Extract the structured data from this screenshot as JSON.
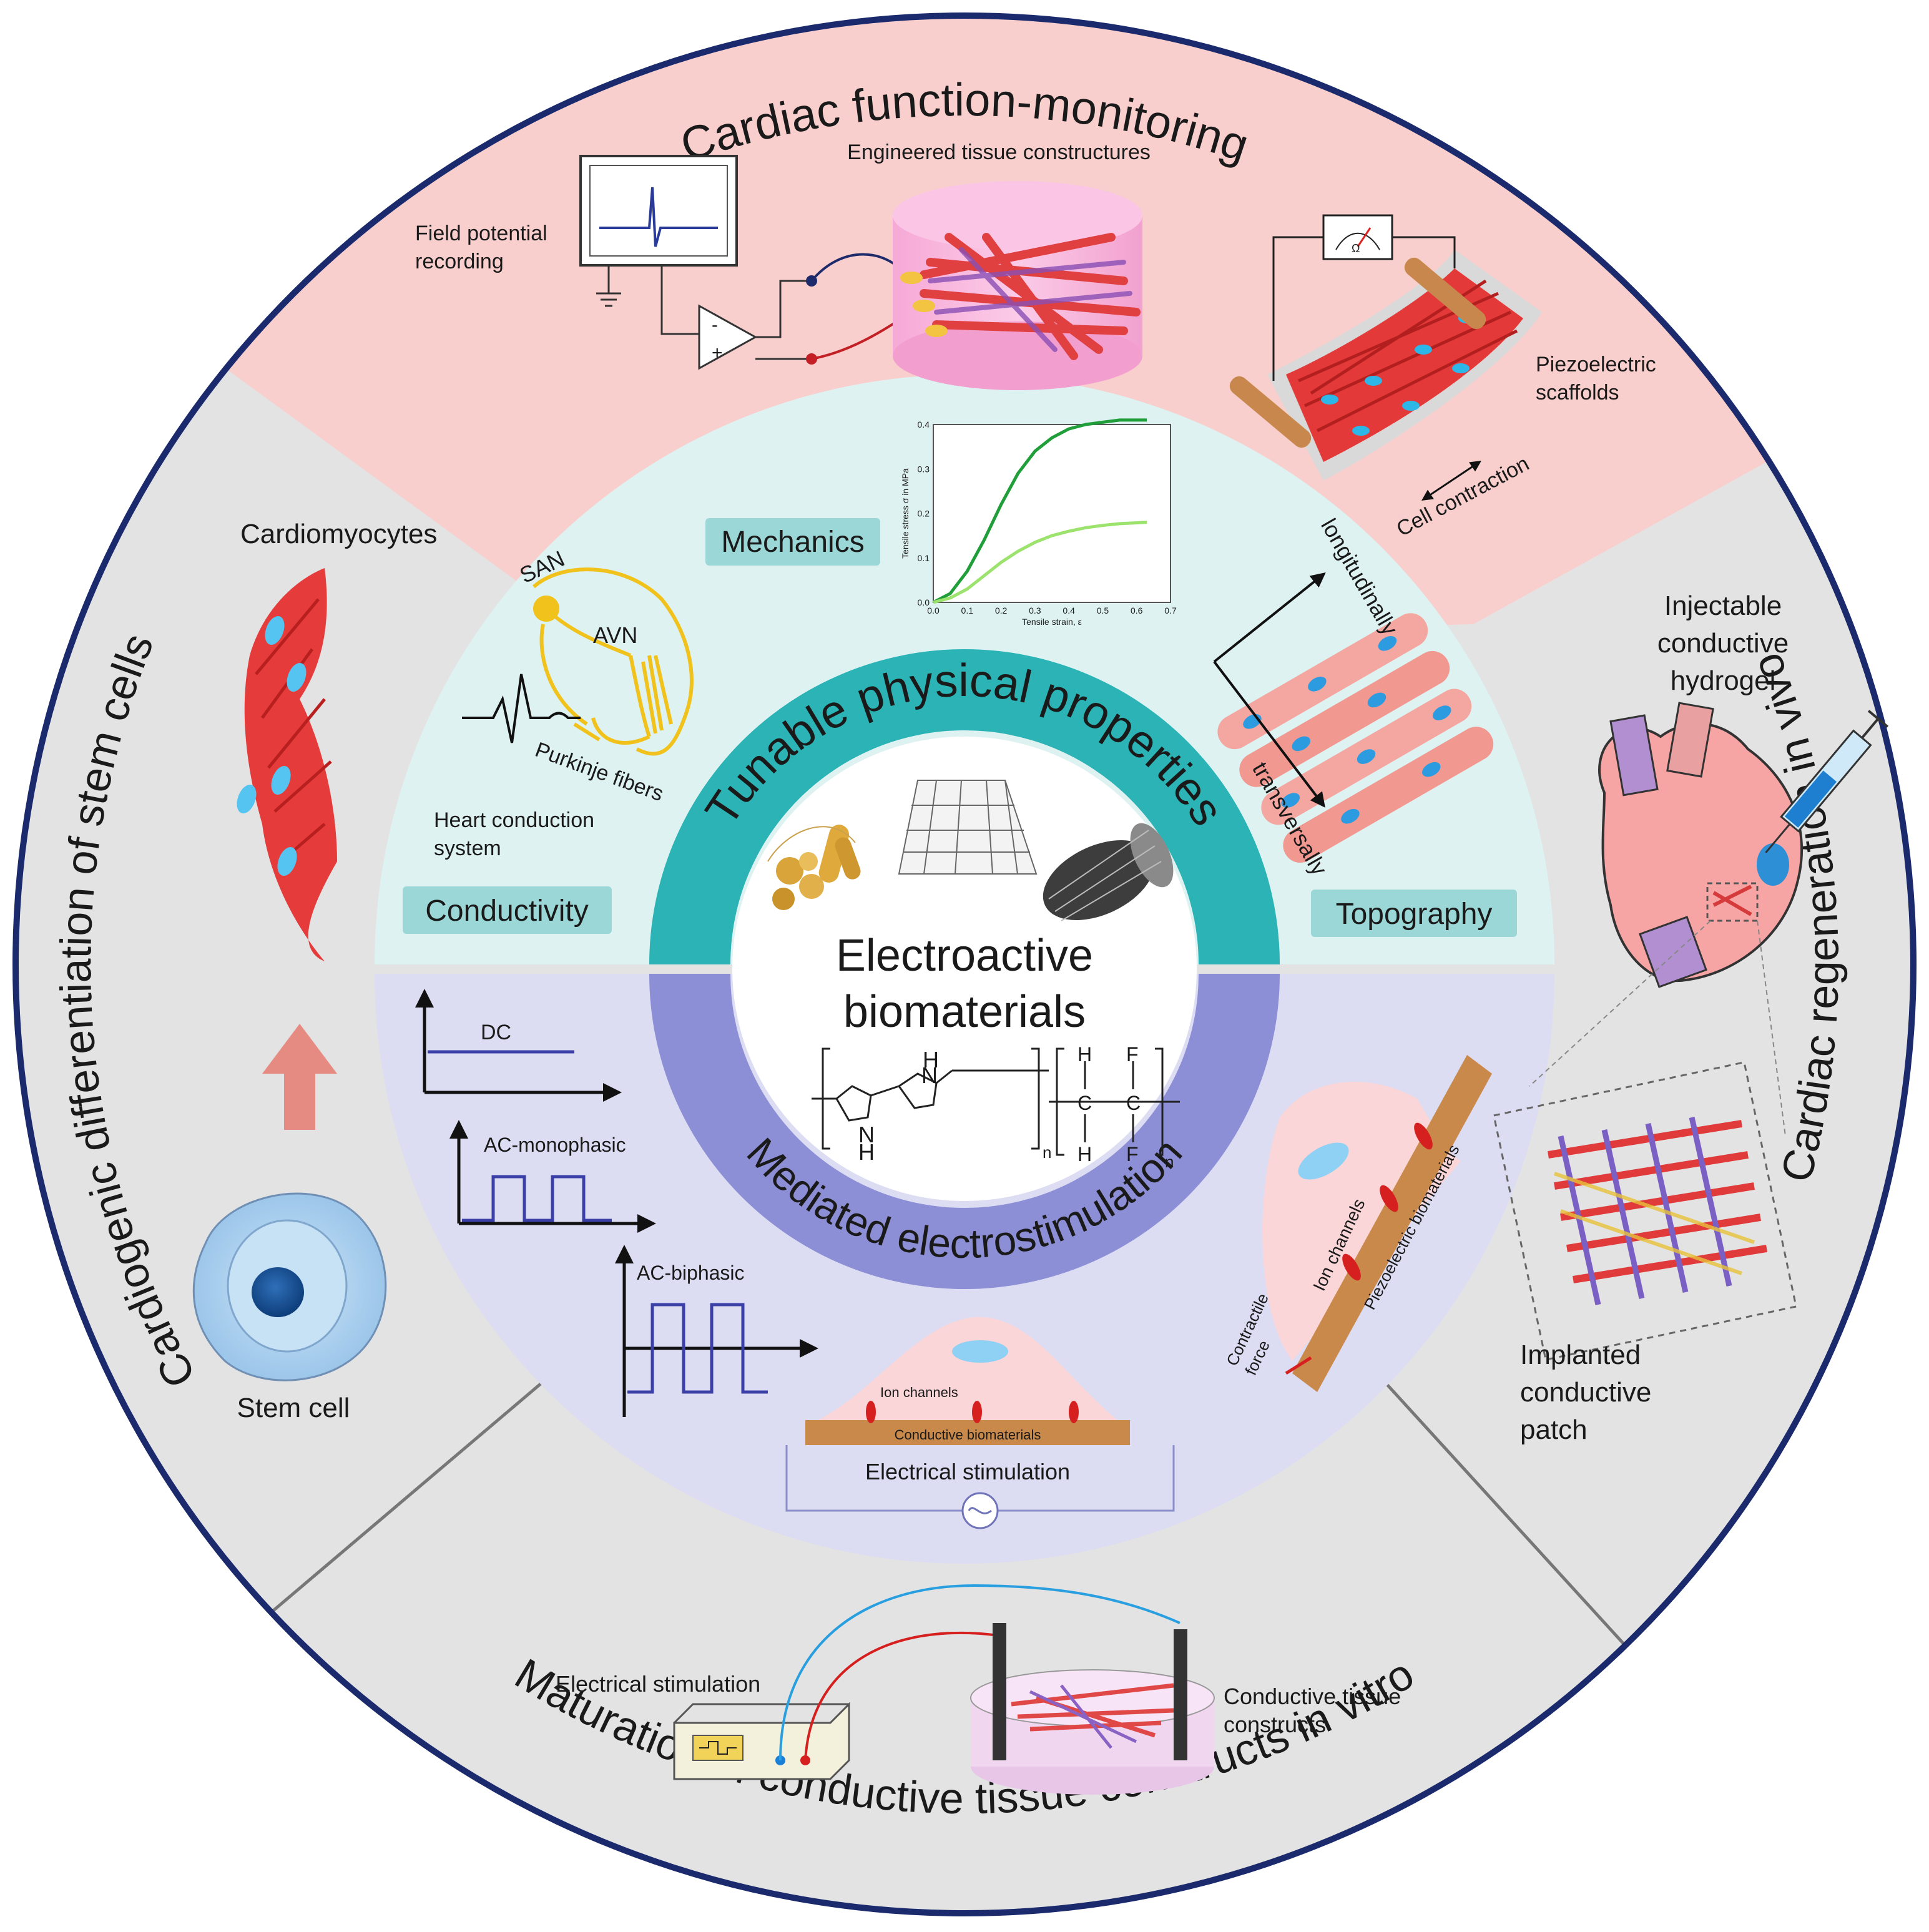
{
  "outer_ring": {
    "top": "Cardiac function-monitoring",
    "left": "Cardiogenic differentiation of stem cells",
    "right": "Cardiac regeneration in vivo",
    "bottom": "Maturation of conductive tissue constructs in vitro"
  },
  "monitoring": {
    "field_potential_line1": "Field potential",
    "field_potential_line2": "recording",
    "engineered": "Engineered tissue constructures",
    "piezo_line1": "Piezoelectric",
    "piezo_line2": "scaffolds",
    "cell_contraction": "Cell contraction",
    "minus": "-",
    "plus": "+",
    "ohm": "Ω"
  },
  "stem": {
    "cardiomyocytes": "Cardiomyocytes",
    "stem_cell": "Stem cell"
  },
  "regeneration": {
    "hydrogel_line1": "Injectable",
    "hydrogel_line2": "conductive",
    "hydrogel_line3": "hydrogel",
    "patch_line1": "Implanted",
    "patch_line2": "conductive",
    "patch_line3": "patch"
  },
  "maturation": {
    "electrical_stimulation": "Electrical stimulation",
    "constructs_line1": "Conductive tissue",
    "constructs_line2": "constructs"
  },
  "inner": {
    "ring_top": "Tunable physical properties",
    "ring_bottom": "Mediated electrostimulation",
    "center_line1": "Electroactive",
    "center_line2": "biomaterials",
    "polymer_n": "n",
    "pyrrole_nh": "N",
    "pyrrole_h": "H",
    "pvdf_h": "H",
    "pvdf_f": "F",
    "pvdf_c": "C"
  },
  "properties": {
    "mechanics": "Mechanics",
    "conductivity": "Conductivity",
    "topography": "Topography",
    "san": "SAN",
    "avn": "AVN",
    "purkinje": "Purkinje fibers",
    "conduction_line1": "Heart conduction",
    "conduction_line2": "system",
    "longitudinally": "longitudinally",
    "transversally": "transversally"
  },
  "stimulation": {
    "dc": "DC",
    "ac_mono": "AC-monophasic",
    "ac_bi": "AC-biphasic",
    "ion_channels": "Ion channels",
    "conductive_biomaterials": "Conductive biomaterials",
    "electrical_stimulation": "Electrical stimulation",
    "piezo_biomaterials": "Piezoelectric biomaterials",
    "contractile_line1": "Contractile",
    "contractile_line2": "force"
  },
  "chart_data": {
    "type": "line",
    "xlabel": "Tensile strain, ε",
    "ylabel": "Tensile stress σ in MPa",
    "xlim": [
      0,
      0.7
    ],
    "ylim": [
      0,
      0.4
    ],
    "xticks": [
      "0.0",
      "0.1",
      "0.2",
      "0.3",
      "0.4",
      "0.5",
      "0.6",
      "0.7"
    ],
    "yticks": [
      "0.0",
      "0.1",
      "0.2",
      "0.3",
      "0.4"
    ],
    "grid": false,
    "series": [
      {
        "color": "#1f9e3a",
        "x": [
          0,
          0.05,
          0.1,
          0.15,
          0.2,
          0.25,
          0.3,
          0.35,
          0.4,
          0.45,
          0.5,
          0.55,
          0.63
        ],
        "y": [
          0,
          0.02,
          0.07,
          0.14,
          0.22,
          0.29,
          0.34,
          0.37,
          0.39,
          0.4,
          0.405,
          0.41,
          0.41
        ]
      },
      {
        "color": "#9be36c",
        "x": [
          0,
          0.05,
          0.1,
          0.15,
          0.2,
          0.25,
          0.3,
          0.35,
          0.4,
          0.45,
          0.5,
          0.55,
          0.63
        ],
        "y": [
          0,
          0.01,
          0.03,
          0.06,
          0.09,
          0.115,
          0.135,
          0.15,
          0.16,
          0.168,
          0.173,
          0.177,
          0.18
        ]
      }
    ]
  }
}
